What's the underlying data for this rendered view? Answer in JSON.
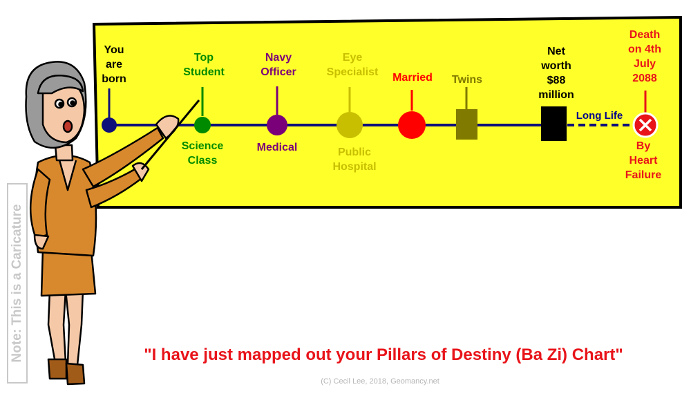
{
  "timeline": {
    "events": [
      {
        "key": "born",
        "above": "You\nare\nborn",
        "below": "",
        "color": "#0f0f7a"
      },
      {
        "key": "student",
        "above": "Top\nStudent",
        "below": "Science\nClass",
        "color": "#008a00"
      },
      {
        "key": "navy",
        "above": "Navy\nOfficer",
        "below": "Medical",
        "color": "#7a007a"
      },
      {
        "key": "eye",
        "above": "Eye\nSpecialist",
        "below": "Public\nHospital",
        "color": "#c8bf00"
      },
      {
        "key": "married",
        "above": "Married",
        "below": "",
        "color": "#ff0000"
      },
      {
        "key": "twins",
        "above": "Twins",
        "below": "",
        "color": "#807a00"
      },
      {
        "key": "networth",
        "above": "Net\nworth\n$88\nmillion",
        "below": "",
        "color": "#000000"
      },
      {
        "key": "death",
        "above": "Death\non 4th\nJuly\n2088",
        "below": "By\nHeart\nFailure",
        "color": "#e8141a"
      }
    ],
    "long_life_label": "Long Life",
    "long_life_color": "#00008b",
    "board_color": "#ffff2a"
  },
  "side_note": "Note: This is a Caricature",
  "caption": "\"I have just mapped out your Pillars of Destiny (Ba Zi) Chart\"",
  "credit": "(C) Cecil Lee, 2018, Geomancy.net"
}
